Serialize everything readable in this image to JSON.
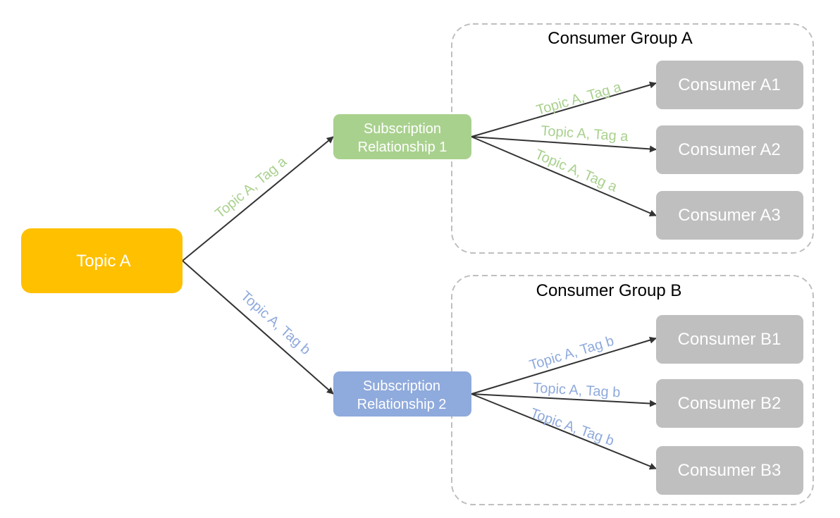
{
  "colors": {
    "topic": "#FFC000",
    "sub1": "#A9D18E",
    "sub2": "#8FAADC",
    "consumer": "#BFBFBF",
    "arrow": "#333333",
    "group_border": "#BFBFBF",
    "label_a": "#A9D18E",
    "label_b": "#8FAADC"
  },
  "topic": {
    "label": "Topic A"
  },
  "subscriptions": [
    {
      "line1": "Subscription",
      "line2": "Relationship 1"
    },
    {
      "line1": "Subscription",
      "line2": "Relationship 2"
    }
  ],
  "groups": [
    {
      "title": "Consumer Group A",
      "consumers": [
        "Consumer A1",
        "Consumer A2",
        "Consumer A3"
      ],
      "edge_labels": [
        "Topic A, Tag a",
        "Topic A, Tag a",
        "Topic A, Tag a"
      ]
    },
    {
      "title": "Consumer Group B",
      "consumers": [
        "Consumer B1",
        "Consumer B2",
        "Consumer B3"
      ],
      "edge_labels": [
        "Topic A, Tag b",
        "Topic A, Tag b",
        "Topic A, Tag b"
      ]
    }
  ],
  "topic_edge_labels": [
    "Topic A, Tag a",
    "Topic A, Tag b"
  ]
}
